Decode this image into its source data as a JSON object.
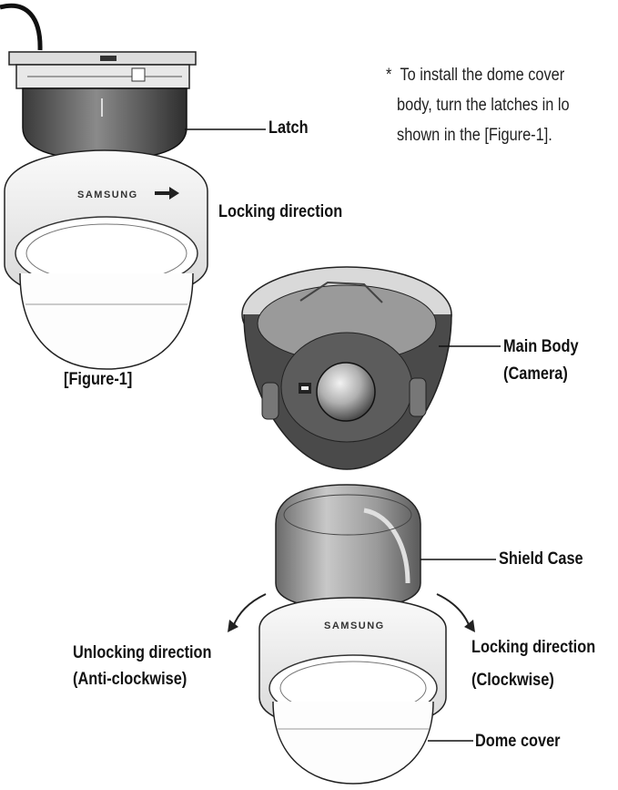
{
  "note": {
    "marker": "*",
    "lines": [
      "To install the dome cover",
      "body, turn the latches in lo",
      "shown in the [Figure-1]."
    ]
  },
  "figure1": {
    "latch_label": "Latch",
    "locking_direction_label": "Locking direction",
    "caption": "[Figure-1]",
    "cover_brand": "SAMSUNG"
  },
  "exploded": {
    "main_body_line1": "Main Body",
    "main_body_line2": "(Camera)",
    "shield_case_label": "Shield Case",
    "unlocking_line1": "Unlocking direction",
    "unlocking_line2": "(Anti-clockwise)",
    "locking_line1": "Locking direction",
    "locking_line2": "(Clockwise)",
    "dome_cover_label": "Dome cover",
    "cover_brand": "SAMSUNG"
  }
}
